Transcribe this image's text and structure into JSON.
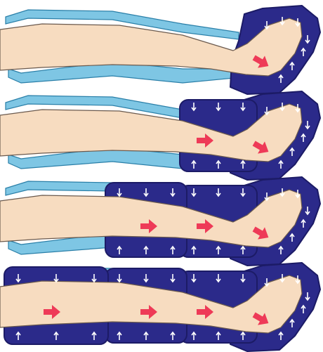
{
  "colors": {
    "skin": "#f7dcc0",
    "skin_outline": "#6b5a4e",
    "sleeve_deflated": "#7ec6e4",
    "sleeve_deflated_outline": "#2a7fa8",
    "chamber": "#2b2a8a",
    "chamber_outline": "#1c1b66",
    "pressure_arrow": "#ffffff",
    "flow_arrow": "#ee3a57",
    "background": "#ffffff"
  },
  "icons": {
    "pressure": "white-thin-arrow",
    "flow": "red-block-arrow"
  },
  "stages": [
    {
      "active_chambers": 1
    },
    {
      "active_chambers": 2
    },
    {
      "active_chambers": 3
    },
    {
      "active_chambers": 4
    }
  ]
}
